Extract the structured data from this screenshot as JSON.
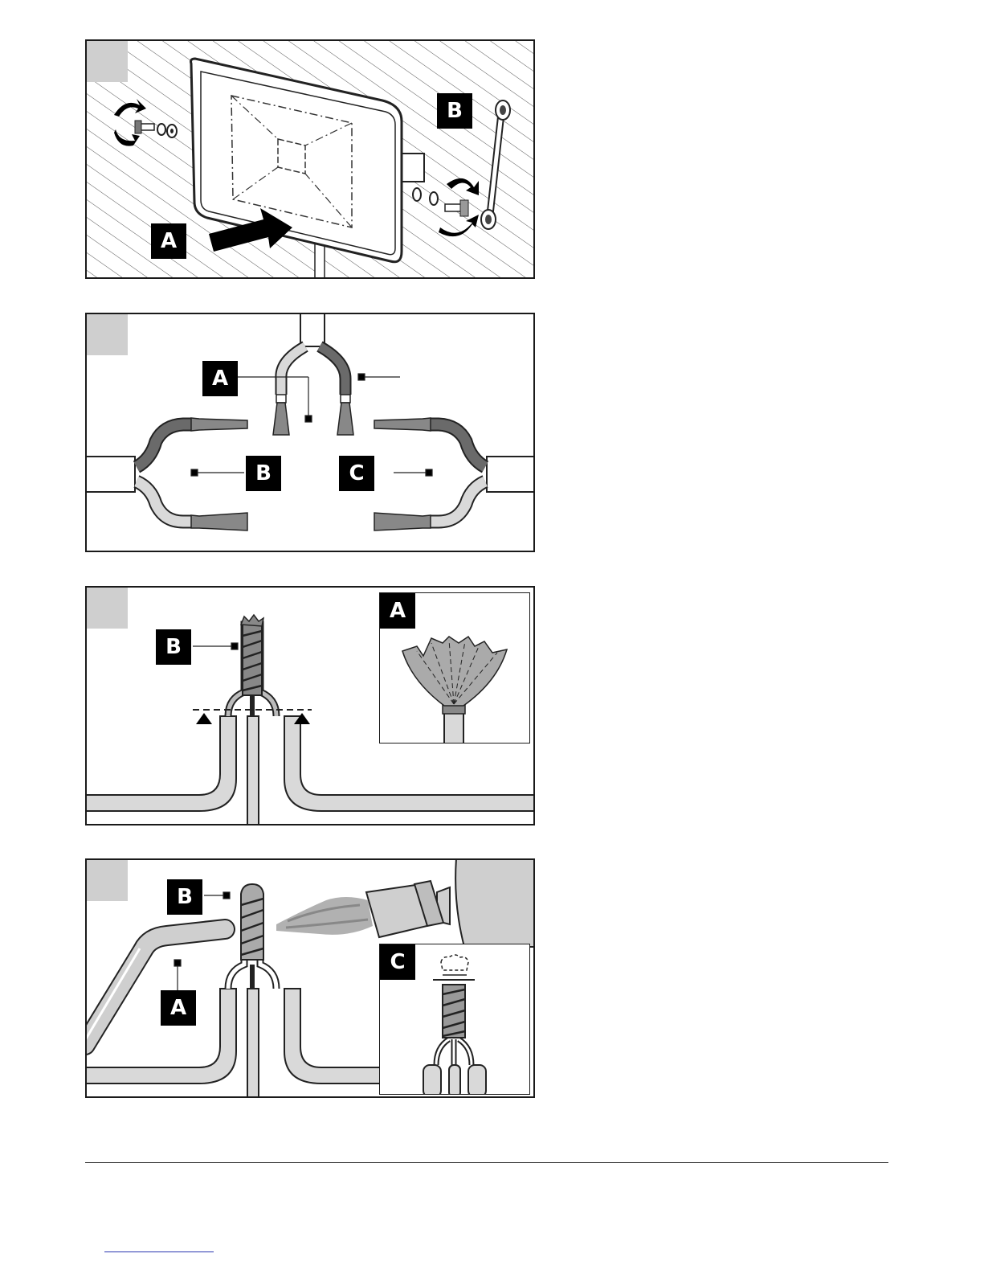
{
  "figure1": {
    "labels": {
      "a": "A",
      "b": "B"
    },
    "icons": [
      "floodlight-housing",
      "bolt-icon",
      "washer-icon",
      "wrench-icon",
      "rotate-arrow-icon",
      "push-arrow-icon"
    ]
  },
  "figure2": {
    "labels": {
      "a": "A",
      "b": "B",
      "c": "C"
    },
    "icons": [
      "cable-icon",
      "wire-end-icon"
    ]
  },
  "figure3": {
    "labels": {
      "a": "A",
      "b": "B"
    },
    "icons": [
      "twisted-wires-icon",
      "cut-marker-icon",
      "frayed-strands-icon"
    ]
  },
  "figure4": {
    "labels": {
      "a": "A",
      "b": "B",
      "c": "C"
    },
    "icons": [
      "heat-gun-icon",
      "heat-shrink-icon",
      "twisted-wires-icon"
    ]
  },
  "colors": {
    "corner": "#cfcfcf",
    "wire_dark": "#6a6a6a",
    "wire_light": "#d9d9d9",
    "label_bg": "#000000",
    "footer_link": "#2a36b0"
  }
}
